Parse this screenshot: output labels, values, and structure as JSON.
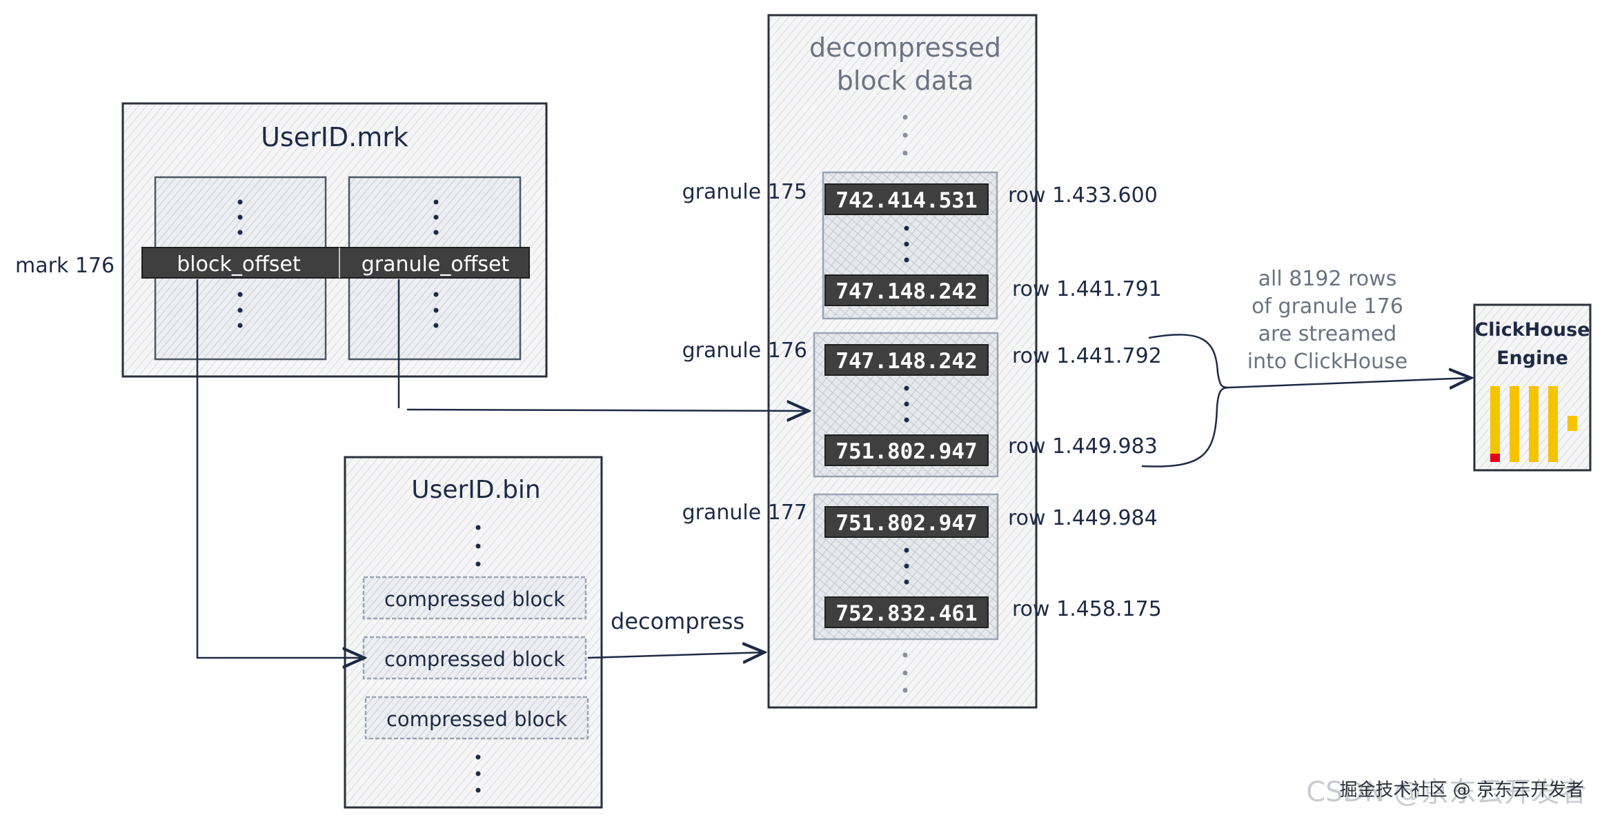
{
  "mrk": {
    "title": "UserID.mrk",
    "mark_label": "mark 176",
    "block_offset": "block_offset",
    "granule_offset": "granule_offset"
  },
  "bin": {
    "title": "UserID.bin",
    "blocks": [
      "compressed block",
      "compressed block",
      "compressed block"
    ],
    "decompress_label": "decompress"
  },
  "decompressed": {
    "title_line1": "decompressed",
    "title_line2": "block data",
    "granules": [
      {
        "label": "granule 175",
        "first_value": "742.414.531",
        "first_row": "row 1.433.600",
        "last_value": "747.148.242",
        "last_row": "row 1.441.791"
      },
      {
        "label": "granule 176",
        "first_value": "747.148.242",
        "first_row": "row 1.441.792",
        "last_value": "751.802.947",
        "last_row": "row 1.449.983"
      },
      {
        "label": "granule 177",
        "first_value": "751.802.947",
        "first_row": "row 1.449.984",
        "last_value": "752.832.461",
        "last_row": "row 1.458.175"
      }
    ]
  },
  "stream": {
    "line1": "all 8192 rows",
    "line2": "of granule 176",
    "line3": "are streamed",
    "line4": "into ClickHouse"
  },
  "engine": {
    "line1": "ClickHouse",
    "line2": "Engine",
    "bar_color": "#f5c400",
    "accent_color": "#e3001b"
  },
  "watermark": {
    "text": "CSDN @京东云开发者",
    "overlay": "掘金技术社区 @ 京东云开发者"
  }
}
